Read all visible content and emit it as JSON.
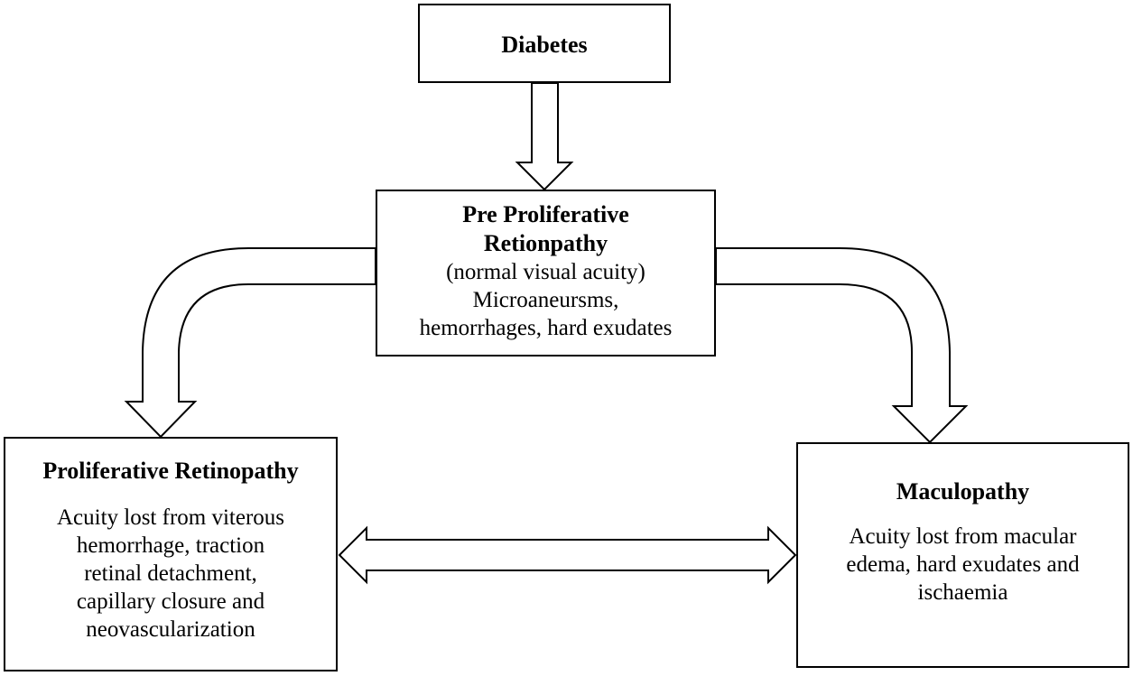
{
  "nodes": {
    "diabetes": {
      "title": "Diabetes"
    },
    "pre_proliferative": {
      "title": "Pre Proliferative\nRetionpathy",
      "subtitle": "(normal visual acuity)",
      "text": "Microaneursms,\nhemorrhages, hard exudates"
    },
    "proliferative": {
      "title": "Proliferative Retinopathy",
      "text": "Acuity lost from viterous\nhemorrhage, traction\nretinal detachment,\ncapillary closure and\nneovascularization"
    },
    "maculopathy": {
      "title": "Maculopathy",
      "text": "Acuity lost from macular\nedema, hard exudates and\nischaemia"
    }
  },
  "edges": [
    {
      "from": "diabetes",
      "to": "pre_proliferative",
      "style": "hollow-arrow"
    },
    {
      "from": "pre_proliferative",
      "to": "proliferative",
      "style": "hollow-curved-arrow"
    },
    {
      "from": "pre_proliferative",
      "to": "maculopathy",
      "style": "hollow-curved-arrow"
    },
    {
      "from": "proliferative",
      "to": "maculopathy",
      "style": "hollow-double-arrow"
    }
  ]
}
